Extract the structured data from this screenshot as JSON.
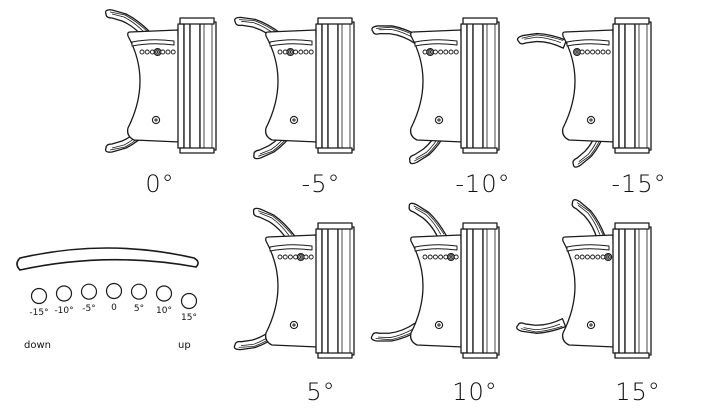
{
  "positions": [
    {
      "label": "0°",
      "angle": 0,
      "row": 0
    },
    {
      "label": "-5°",
      "angle": -5,
      "row": 0
    },
    {
      "label": "-10°",
      "angle": -10,
      "row": 0
    },
    {
      "label": "-15°",
      "angle": -15,
      "row": 0
    },
    {
      "label": "5°",
      "angle": 5,
      "row": 1
    },
    {
      "label": "10°",
      "angle": 10,
      "row": 1
    },
    {
      "label": "15°",
      "angle": 15,
      "row": 1
    }
  ],
  "legend": {
    "ticks": [
      "-15°",
      "-10°",
      "-5°",
      "0",
      "5°",
      "10°",
      "15°"
    ],
    "down_label": "down",
    "up_label": "up"
  },
  "colors": {
    "stroke": "#1a1a1a",
    "fill": "#ffffff"
  }
}
